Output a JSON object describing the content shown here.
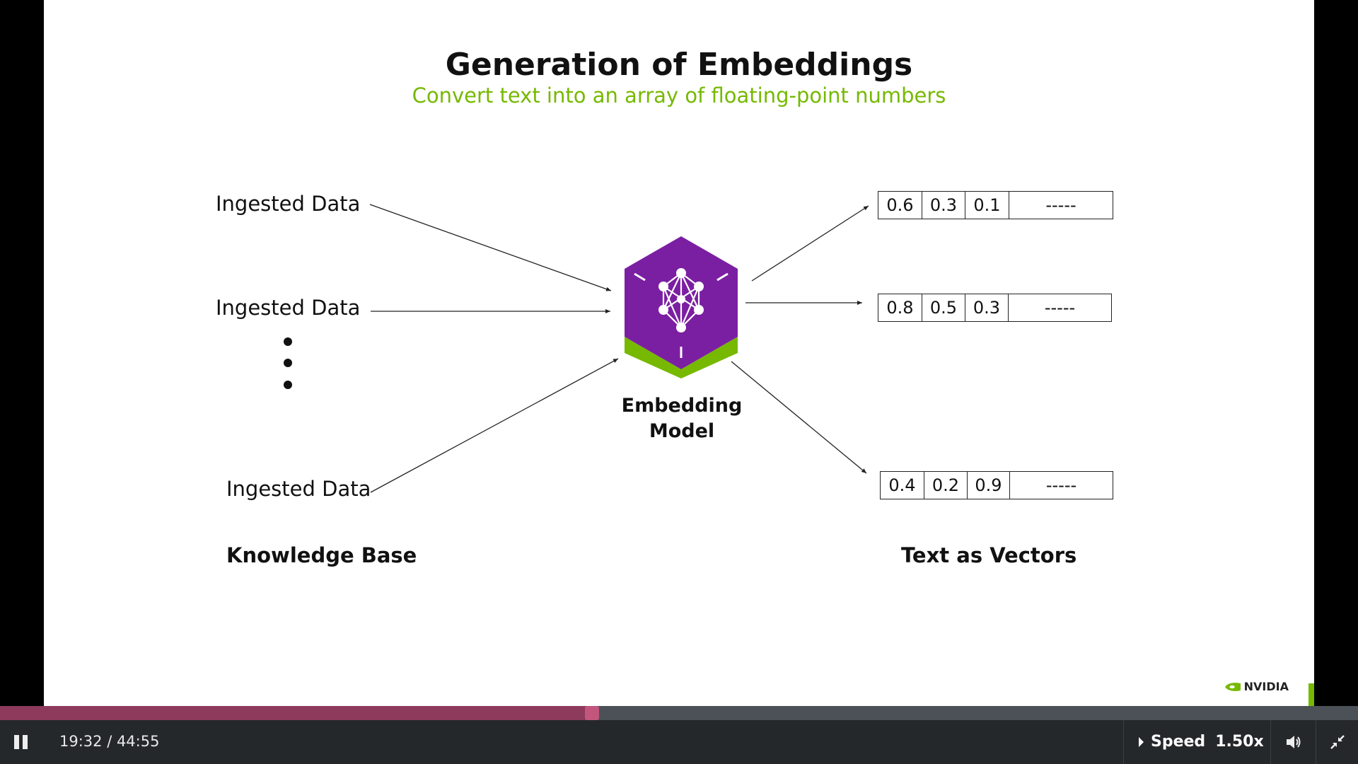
{
  "slide": {
    "title": "Generation of Embeddings",
    "subtitle": "Convert text into an array of floating-point numbers",
    "inputs": [
      "Ingested Data",
      "Ingested Data",
      "Ingested Data"
    ],
    "knowledge_base_label": "Knowledge Base",
    "model_label_line1": "Embedding",
    "model_label_line2": "Model",
    "vectors_label": "Text as Vectors",
    "vectors": [
      [
        "0.6",
        "0.3",
        "0.1",
        "-----"
      ],
      [
        "0.8",
        "0.5",
        "0.3",
        "-----"
      ],
      [
        "0.4",
        "0.2",
        "0.9",
        "-----"
      ]
    ],
    "logo_text": "NVIDIA",
    "colors": {
      "accent_green": "#76b900",
      "model_purple": "#7b1fa2"
    }
  },
  "player": {
    "time": "19:32 / 44:55",
    "progress": 0.4347,
    "speed_label": "Speed",
    "speed_value": "1.50x",
    "icons": [
      "pause-icon",
      "caret-right-icon",
      "volume-icon",
      "exit-fullscreen-icon"
    ]
  }
}
